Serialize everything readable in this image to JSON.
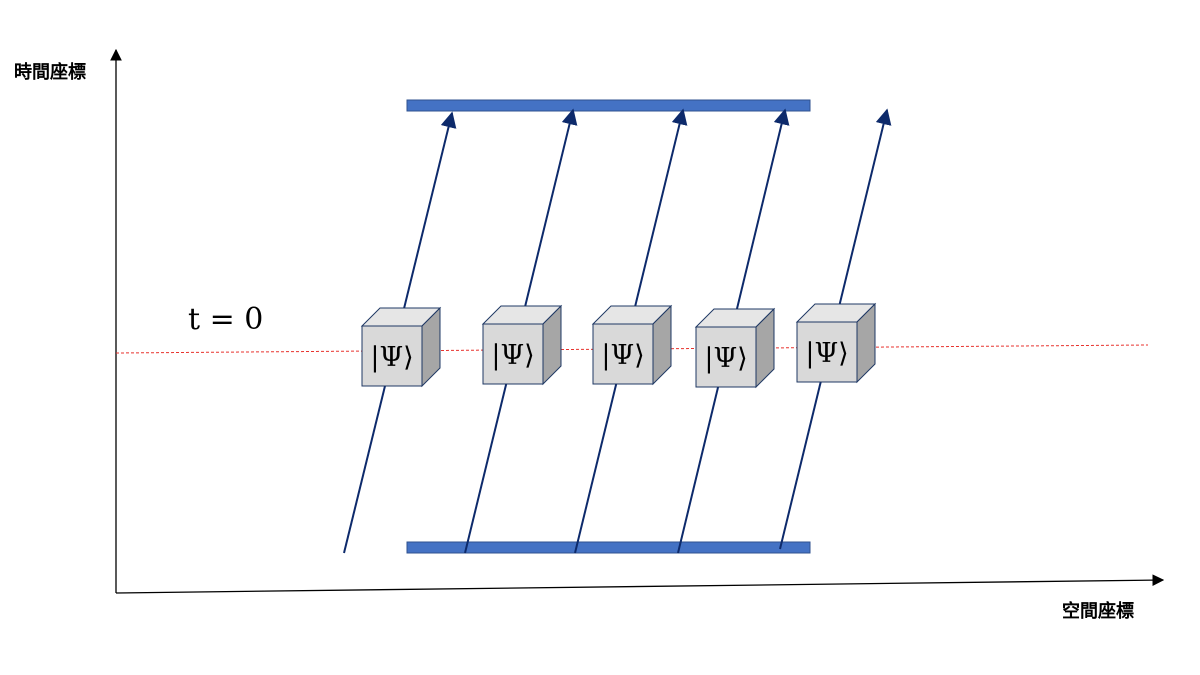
{
  "diagram": {
    "y_axis_label": "時間座標",
    "x_axis_label": "空間座標",
    "time_label": "t = 0",
    "state_label": "|Ψ⟩",
    "colors": {
      "axis": "#000000",
      "plate": "#4472c4",
      "plate_edge": "#2f528f",
      "worldline": "#0d2a6b",
      "t0_line": "#e8322d",
      "cube_front": "#d9d9d9",
      "cube_top": "#e6e6e6",
      "cube_side": "#a6a6a6",
      "cube_edge": "#1f3864"
    },
    "cube_count": 5
  }
}
